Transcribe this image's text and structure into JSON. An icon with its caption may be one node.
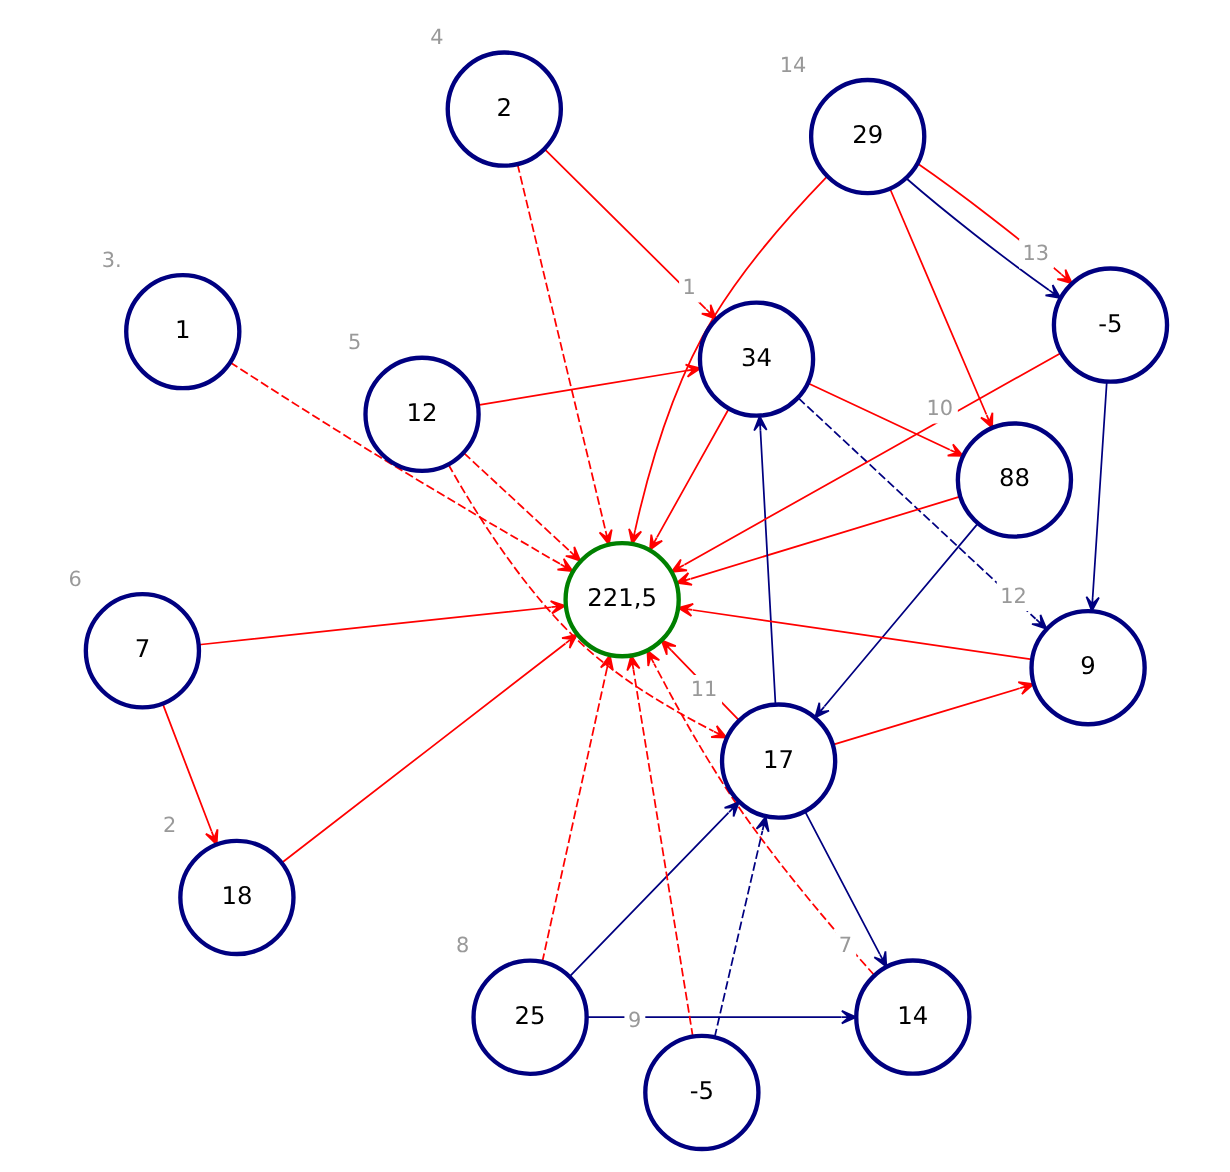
{
  "diagram": {
    "nodes": [
      {
        "text": [
          "221,5"
        ]
      },
      {
        "text": [
          "34"
        ],
        "beside": [
          "1"
        ]
      },
      {
        "text": [
          "18"
        ],
        "beside": [
          "2"
        ]
      },
      {
        "text": [
          "1"
        ],
        "beside": [
          "3."
        ]
      },
      {
        "text": [
          "2"
        ],
        "beside": [
          "4"
        ]
      },
      {
        "text": [
          "12"
        ],
        "beside": [
          "5"
        ]
      },
      {
        "text": [
          "7"
        ],
        "beside": [
          "6"
        ]
      },
      {
        "text": [
          "14"
        ],
        "beside": [
          "7"
        ]
      },
      {
        "text": [
          "25"
        ],
        "beside": [
          "8"
        ]
      },
      {
        "text": [
          "-5"
        ],
        "beside": [
          "9"
        ]
      },
      {
        "text": [
          "88"
        ],
        "beside": [
          "10"
        ]
      },
      {
        "text": [
          "17"
        ],
        "beside": [
          "11"
        ]
      },
      {
        "text": [
          "9"
        ],
        "beside": [
          "12"
        ]
      },
      {
        "text": [
          "-5"
        ],
        "beside": [
          "13"
        ]
      },
      {
        "text": [
          "29"
        ],
        "beside": [
          "14"
        ]
      }
    ],
    "edges": [
      {
        "from": 1,
        "to": 0,
        "arrow": "to"
      },
      {
        "from": 2,
        "to": 0,
        "arrow": "to"
      },
      {
        "from": 3,
        "to": 0,
        "arrow": "to",
        "style": "dashed"
      },
      {
        "from": 4,
        "to": 0,
        "arrow": "to",
        "style": "dashed"
      },
      {
        "from": 5,
        "to": 0,
        "arrow": "to",
        "style": "dashed"
      },
      {
        "from": 6,
        "to": 0,
        "arrow": "to"
      },
      {
        "from": 7,
        "to": 0,
        "arrow": "to",
        "style": "dashed"
      },
      {
        "from": 8,
        "to": 0,
        "arrow": "to",
        "style": "dashed"
      },
      {
        "from": 9,
        "to": 0,
        "arrow": "to",
        "style": "dashed"
      },
      {
        "from": 10,
        "to": 0,
        "arrow": "to"
      },
      {
        "from": 11,
        "to": 0,
        "arrow": "to"
      },
      {
        "from": 12,
        "to": 0,
        "arrow": "to"
      },
      {
        "from": 13,
        "to": 0,
        "arrow": "to"
      },
      {
        "from": 14,
        "to": 0,
        "arrow": "to"
      },
      {
        "from": 5,
        "to": 11,
        "arrow": "to",
        "style": "dashed"
      },
      {
        "from": 14,
        "to": 10,
        "arrow": "to"
      },
      {
        "from": 1,
        "to": 10,
        "arrow": "to"
      },
      {
        "from": 6,
        "to": 2,
        "arrow": "to"
      },
      {
        "from": 5,
        "to": 1,
        "arrow": "to"
      },
      {
        "from": 4,
        "to": 1,
        "arrow": "to"
      },
      {
        "from": 11,
        "to": 12,
        "arrow": "to"
      },
      {
        "from": 14,
        "to": 13,
        "arrow": "to"
      },
      {
        "from": 14,
        "to": 13,
        "arrow": "to",
        "color": "#000080"
      },
      {
        "from": 13,
        "to": 12,
        "arrow": "to",
        "color": "#000080"
      },
      {
        "from": 1,
        "to": 12,
        "arrow": "to",
        "style": "dashed",
        "color": "#000080"
      },
      {
        "from": 11,
        "to": 1,
        "arrow": "to",
        "color": "#000080"
      },
      {
        "from": 9,
        "to": 11,
        "arrow": "to",
        "style": "dashed",
        "color": "#000080"
      },
      {
        "from": 10,
        "to": 11,
        "arrow": "to",
        "color": "#000080"
      },
      {
        "from": 8,
        "to": 11,
        "arrow": "to",
        "color": "#000080"
      },
      {
        "from": 11,
        "to": 7,
        "arrow": "to",
        "color": "#000080"
      },
      {
        "from": 8,
        "to": 7,
        "arrow": "to",
        "color": "#000080"
      }
    ]
  }
}
